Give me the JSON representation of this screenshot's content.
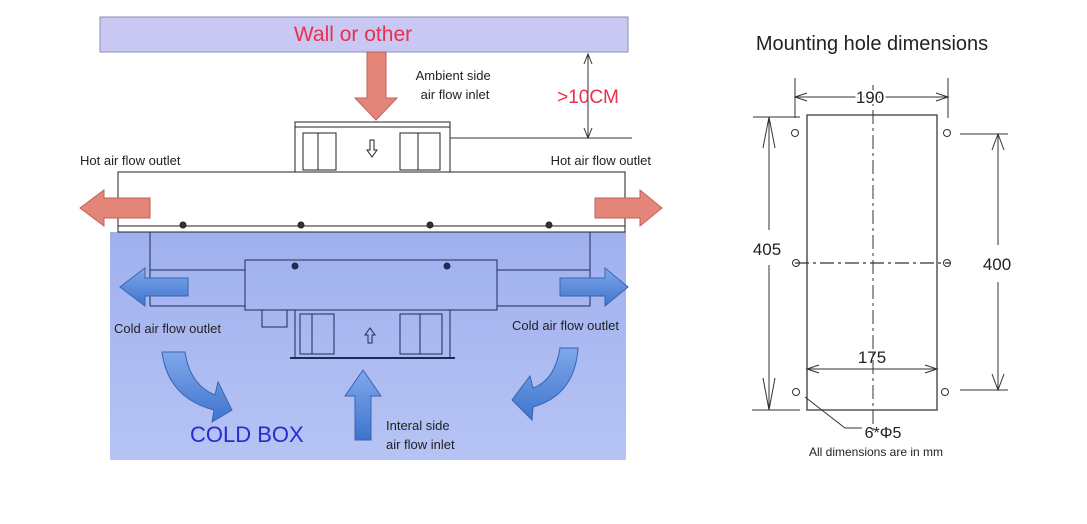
{
  "airflow": {
    "wall_label": "Wall or other",
    "ambient_inlet": [
      "Ambient side",
      "air flow inlet"
    ],
    "clearance": ">10CM",
    "hot_outlet_left": "Hot air flow outlet",
    "hot_outlet_right": "Hot air flow outlet",
    "cold_outlet_left": "Cold air flow outlet",
    "cold_outlet_right": "Cold air flow outlet",
    "cold_box": "COLD BOX",
    "internal_inlet": [
      "Interal side",
      "air flow inlet"
    ],
    "colors": {
      "wall": "#c9c8f2",
      "wall_text": "#e8304f",
      "hot_arrow": "#e4857a",
      "cold_box": "#aebcf2",
      "cold_arrow": "#5b8fdc",
      "cold_box_text": "#2a2ad0"
    }
  },
  "mounting": {
    "title": "Mounting hole dimensions",
    "width_outer": "190",
    "width_inner": "175",
    "height_outer": "405",
    "height_inner": "400",
    "holes": "6*Φ5",
    "note": "All dimensions are in mm"
  }
}
